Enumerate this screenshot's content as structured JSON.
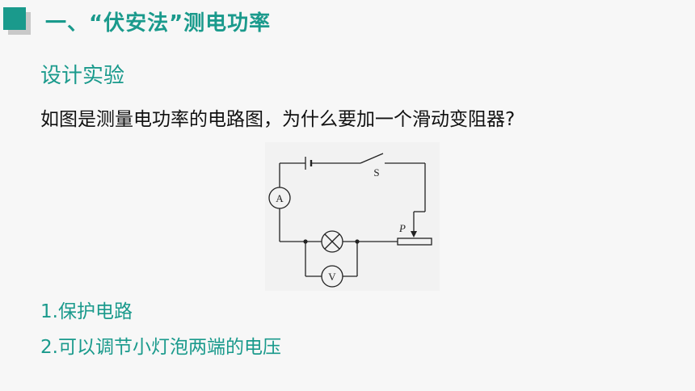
{
  "header": {
    "title": "一、“伏安法”测电功率"
  },
  "section": {
    "subtitle": "设计实验"
  },
  "question": "如图是测量电功率的电路图，为什么要加一个滑动变阻器?",
  "circuit": {
    "ammeter_label": "A",
    "voltmeter_label": "V",
    "switch_label": "S",
    "slider_label": "P"
  },
  "answers": [
    "1.保护电路",
    "2.可以调节小灯泡两端的电压"
  ],
  "colors": {
    "accent": "#1a9a8c",
    "text": "#111111"
  }
}
